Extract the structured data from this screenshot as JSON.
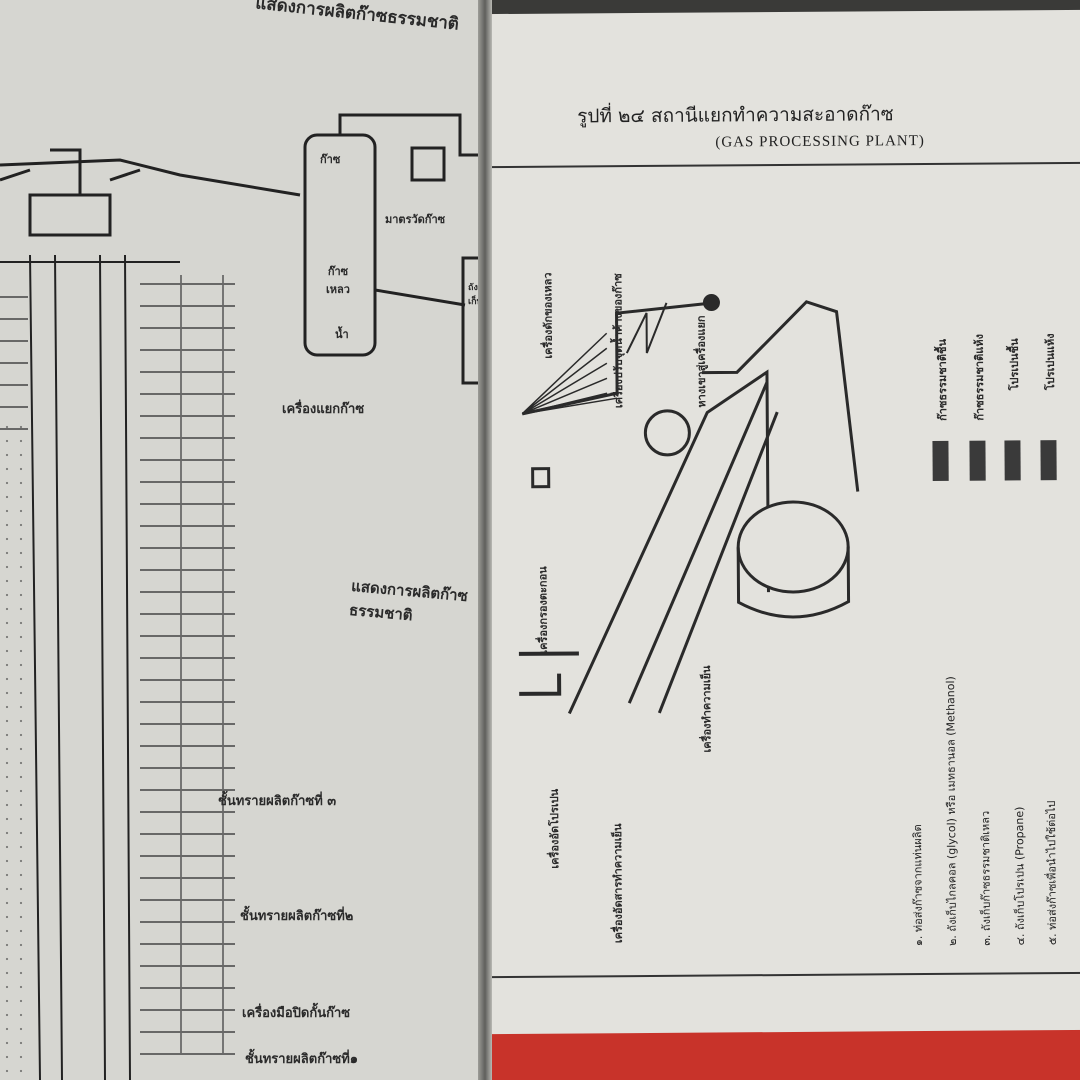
{
  "left_page": {
    "header": "แสดงการผลิตก๊าซธรรมชาติ",
    "labels": {
      "gas": "ก๊าซ",
      "gas_meter": "มาตรวัดก๊าซ",
      "liquid_gas": "ก๊าซ เหลว",
      "water": "น้ำ",
      "separator": "เครื่องแยกก๊าซ",
      "storage": "ถังเก็บ",
      "side_title": "แสดงการผลิตก๊าซธรรมชาติ",
      "layer3": "ชั้นทรายผลิตก๊าซที่ ๓",
      "layer2": "ชั้นทรายผลิตก๊าซที่๒",
      "packer": "เครื่องมือปิดกั้นก๊าซ",
      "layer1": "ชั้นทรายผลิตก๊าซที่๑"
    }
  },
  "right_page": {
    "title": "รูปที่ ๒๔  สถานีแยกทำความสะอาดก๊าซ",
    "subtitle": "(GAS PROCESSING PLANT)",
    "diagram_labels": {
      "slug_catcher": "เครื่องดักของเหลว",
      "contactor": "เครื่องปรับจุดน้ำค้างของก๊าซ",
      "exchanger": "หางเขาสู่เครื่องแยก",
      "filter": "เครื่องกรองตะกอน",
      "cooler": "เครื่องทำความเย็น",
      "compressor": "เครื่องอัดโปรเปน",
      "chiller": "เครื่องอัดสารทำความเย็น"
    },
    "legend": [
      {
        "label": "ก๊าซธรรมชาติชื้น",
        "color": "#3a3a3a"
      },
      {
        "label": "ก๊าซธรรมชาติแห้ง",
        "color": "#3a3a3a"
      },
      {
        "label": "โปรเปนชื้น",
        "color": "#3a3a3a"
      },
      {
        "label": "โปรเปนแห้ง",
        "color": "#3a3a3a"
      }
    ],
    "notes": [
      "๑. ท่อส่งก๊าซจากแท่นผลิต",
      "๒. ถังเก็บไกลคอล (glycol)  หรือ เมทธานอล (Methanol)",
      "๓. ถังเก็บก๊าซธรรมชาติเหลว",
      "๔. ถังเก็บโปรเปน (Propane)",
      "๕. ท่อส่งก๊าซเพื่อนำไปใช้ต่อไป"
    ]
  }
}
